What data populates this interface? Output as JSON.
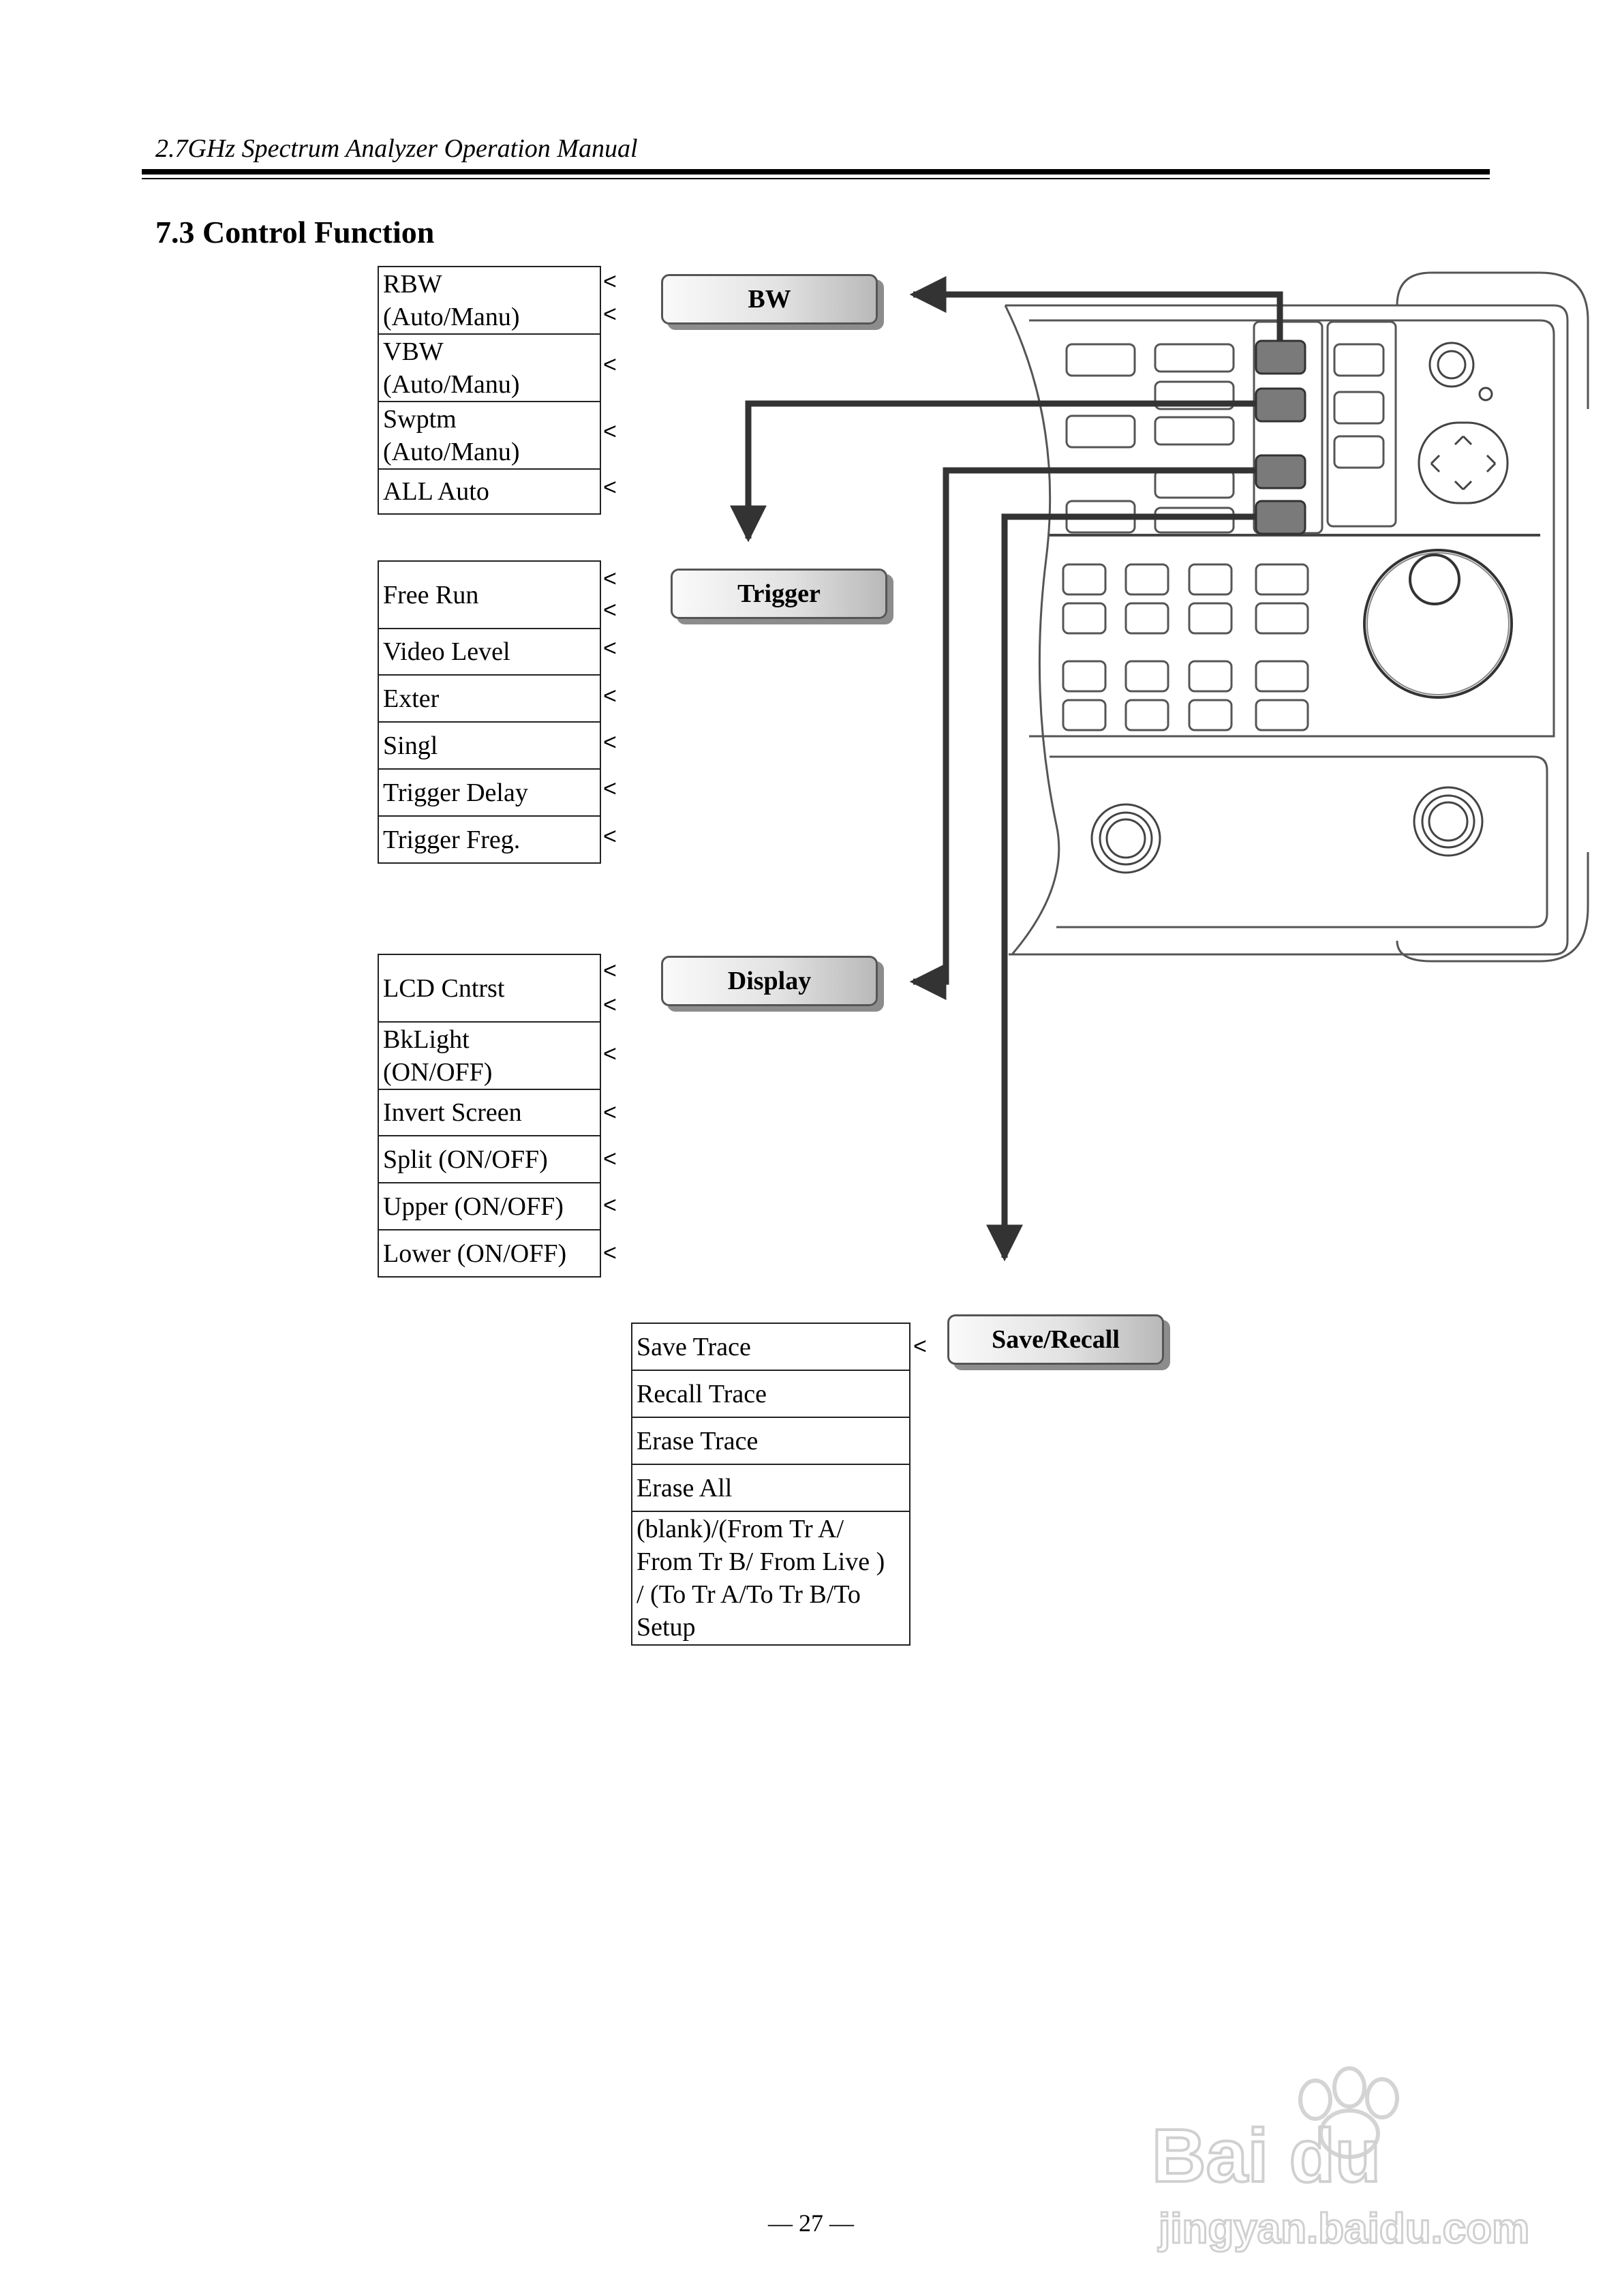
{
  "header": {
    "title": "2.7GHz Spectrum Analyzer Operation Manual"
  },
  "section": {
    "title": "7.3 Control Function"
  },
  "marker_symbol": "<",
  "groups": {
    "bw": {
      "key_label": "BW",
      "items": [
        "RBW\n(Auto/Manu)",
        "VBW\n(Auto/Manu)",
        "Swptm\n(Auto/Manu)",
        "ALL Auto"
      ]
    },
    "trigger": {
      "key_label": "Trigger",
      "items": [
        "Free Run",
        "Video Level",
        "Exter",
        "Singl",
        "Trigger Delay",
        "Trigger Freg."
      ]
    },
    "display": {
      "key_label": "Display",
      "items": [
        "LCD Cntrst",
        "BkLight\n(ON/OFF)",
        "Invert Screen",
        "Split (ON/OFF)",
        "Upper (ON/OFF)",
        "Lower (ON/OFF)"
      ]
    },
    "save_recall": {
      "key_label": "Save/Recall",
      "items": [
        "Save Trace",
        "Recall Trace",
        "Erase Trace",
        "Erase All",
        "(blank)/(From Tr A/\nFrom Tr B/ From Live )\n/ (To Tr A/To Tr B/To\nSetup"
      ]
    }
  },
  "page_number": "— 27 —",
  "watermark": {
    "brand": "Bai du",
    "sub": "jingyan.baidu.com"
  }
}
